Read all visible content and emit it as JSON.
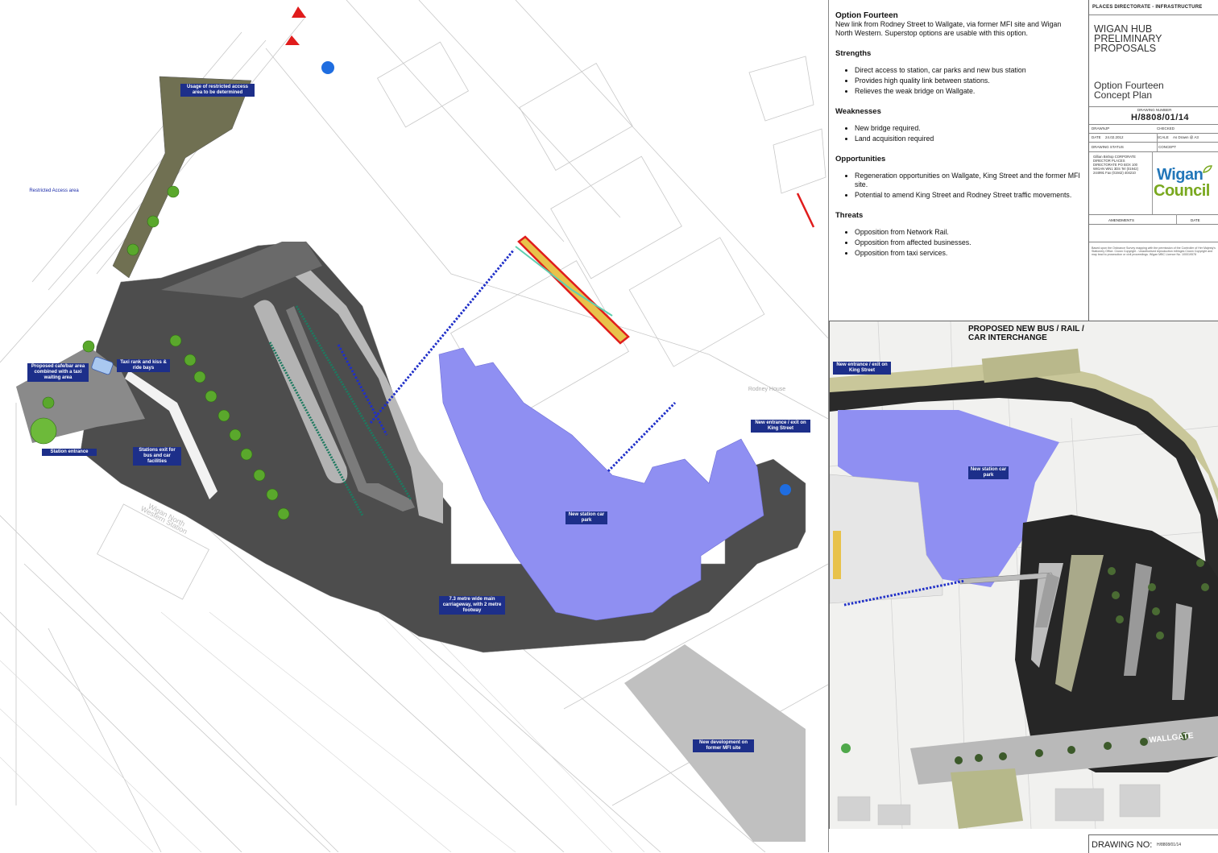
{
  "map": {
    "labels": {
      "restricted_access": "Restricted Access area",
      "usage_note": "Usage of restricted access area to be determined",
      "proposed_cafe": "Proposed cafe/bar area combined with a taxi waiting area",
      "taxi_rank": "Taxi rank and kiss & ride bays",
      "station_entrance": "Station entrance",
      "stations_exit": "Stations exit for bus and car facilities",
      "new_car_park": "New station car park",
      "new_entrance": "New entrance / exit on King Street",
      "carriageway": "7.3 metre wide main carriageway, with 2 metre footway",
      "new_development": "New development on former MFI site",
      "wigan_nw": "Wigan North Western Station",
      "rodney_house": "Rodney House"
    },
    "colors": {
      "road": "#4d4d4d",
      "car_park": "#8f8ff2",
      "footpath": "#707052",
      "trees": "#5aa82c",
      "route": "#1f2fc8",
      "bridge_outline": "#e01c1c",
      "bridge_fill": "#e8c24a"
    }
  },
  "option": {
    "title": "Option Fourteen",
    "description": "New link from Rodney Street to Wallgate, via former MFI site and Wigan North Western. Superstop options are usable with this option.",
    "strengths_heading": "Strengths",
    "strengths": [
      "Direct access to station, car parks and new bus station",
      "Provides high quality link between stations.",
      "Relieves the weak bridge on Wallgate."
    ],
    "weaknesses_heading": "Weaknesses",
    "weaknesses": [
      "New bridge required.",
      "Land acquisition required"
    ],
    "opportunities_heading": "Opportunities",
    "opportunities": [
      "Regeneration opportunities on Wallgate, King Street and the former MFI site.",
      "Potential to amend King Street and Rodney Street traffic movements."
    ],
    "threats_heading": "Threats",
    "threats": [
      "Opposition from Network Rail.",
      "Opposition from affected businesses.",
      "Opposition from taxi services."
    ]
  },
  "title_block": {
    "header": "PLACES DIRECTORATE - INFRASTRUCTURE",
    "project_title": "WIGAN HUB PRELIMINARY PROPOSALS",
    "drawing_title": "Option Fourteen Concept Plan",
    "drawing_number_label": "DRAWING NUMBER",
    "drawing_number": "H/8808/01/14",
    "drawn_label": "DRAWN",
    "drawn_value": "JP",
    "checked_label": "CHECKED",
    "date_label": "DATE",
    "date_value": "24.02.2012",
    "scale_label": "SCALE",
    "scale_value": "As Drawn @ A3",
    "drawing_status_label": "DRAWING STATUS",
    "drawing_status_value": "CONCEPT",
    "address": "Gillian Bishop CORPORATE DIRECTOR PLACES DIRECTORATE PO BOX 100 WIGAN WN1 3DS Tel (01942) 244991 Fax (01942) 404210",
    "logo_line1": "Wigan",
    "logo_line2": "Council",
    "amendments_label": "AMENDMENTS",
    "amend_date_label": "DATE",
    "copyright": "Based upon the Ordnance Survey mapping with the permission of the Controller of Her Majesty's Stationery Office. Crown Copyright - Unauthorised reproduction infringes Crown Copyright and may lead to prosecution or civil proceedings. Wigan MBC Licence No. 100019578"
  },
  "inset": {
    "title": "PROPOSED NEW BUS / RAIL / CAR INTERCHANGE",
    "labels": {
      "new_entrance": "New entrance / exit on King Street",
      "new_car_park": "New station car park",
      "wallgate": "WALLGATE"
    }
  },
  "drawing_no": {
    "label": "DRAWING NO:",
    "value": "H/8808/01/14"
  }
}
